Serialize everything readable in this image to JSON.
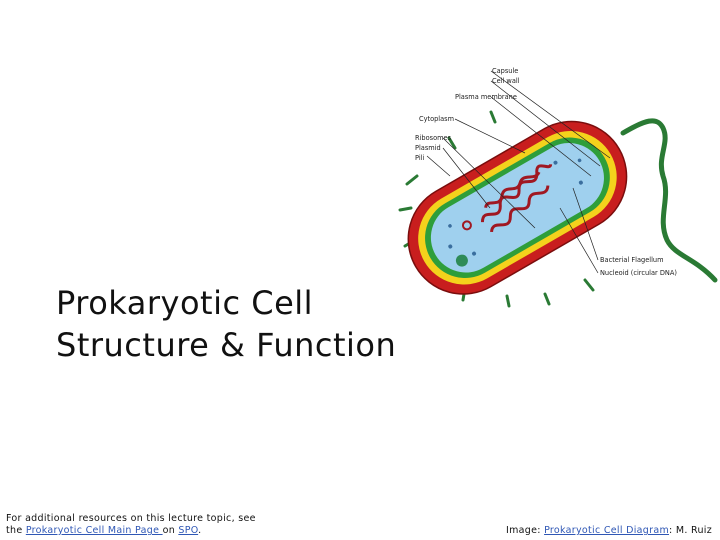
{
  "title": {
    "line1": "Prokaryotic Cell",
    "line2": "Structure & Function"
  },
  "diagram": {
    "labels": {
      "capsule": "Capsule",
      "cell_wall": "Cell wall",
      "plasma_membrane": "Plasma membrane",
      "cytoplasm": "Cytoplasm",
      "ribosomes": "Ribosomes",
      "plasmid": "Plasmid",
      "pili": "Pili",
      "flagellum": "Bacterial Flagellum",
      "nucleoid": "Nucleoid (circular DNA)"
    },
    "colors": {
      "capsule": "#c81e1e",
      "cell_wall": "#f4d21c",
      "membrane": "#2e9e3a",
      "cytoplasm": "#9fd0ee",
      "nucleoid": "#a01822",
      "flagellum": "#2a7a34"
    }
  },
  "footer": {
    "left_line1": "For additional resources on this lecture topic, see",
    "left_prefix": "the ",
    "left_link1": "Prokaryotic Cell Main Page ",
    "left_middle": "on ",
    "left_link2": "SPO",
    "left_suffix": ".",
    "right_prefix": "Image: ",
    "right_link": "Prokaryotic Cell Diagram",
    "right_suffix": ": M. Ruiz"
  }
}
